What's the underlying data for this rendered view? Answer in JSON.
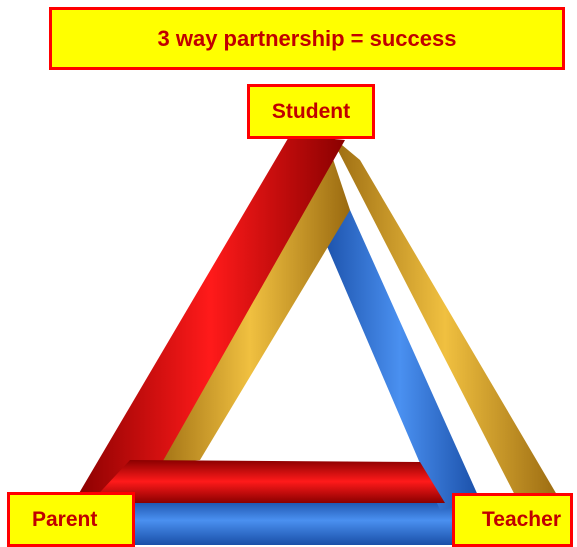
{
  "title": "3 way partnership = success",
  "nodes": {
    "student": "Student",
    "parent": "Parent",
    "teacher": "Teacher"
  },
  "colors": {
    "label_fill": "#ffff00",
    "label_border": "#ff0000",
    "label_text": "#c00000",
    "bar_red": "#e00000",
    "bar_gold": "#d8a020",
    "bar_blue": "#2a6fd0"
  }
}
